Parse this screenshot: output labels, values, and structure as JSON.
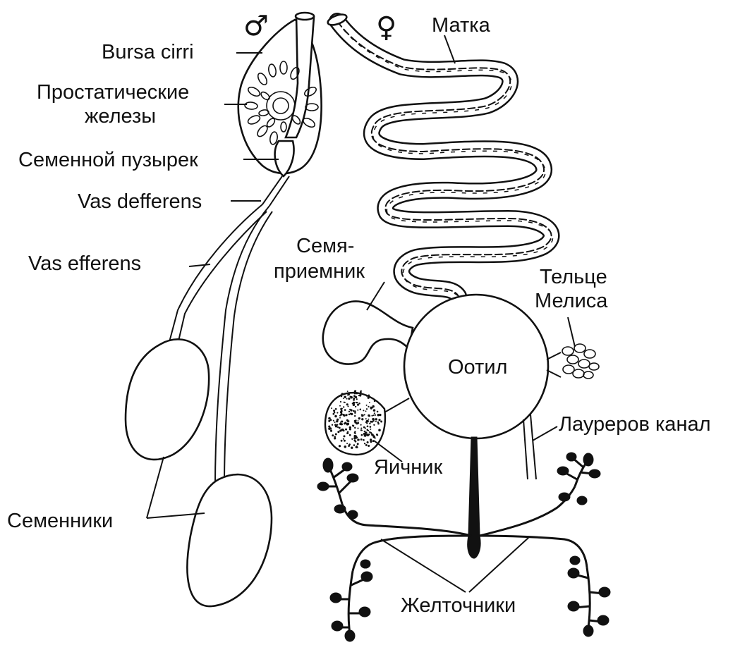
{
  "symbols": {
    "male": "♂",
    "female": "♀"
  },
  "labels": {
    "bursa_cirri": "Bursa cirri",
    "prostate_1": "Простатические",
    "prostate_2": "железы",
    "seminal_vesicle": "Семенной пузырек",
    "vas_defferens": "Vas defferens",
    "vas_efferens": "Vas efferens",
    "testes": "Семенники",
    "uterus": "Матка",
    "receptaculum_1": "Семя-",
    "receptaculum_2": "приемник",
    "mehlis_1": "Тельце",
    "mehlis_2": "Мелиса",
    "ootype": "Оотил",
    "laurer_canal": "Лауреров канал",
    "ovary": "Яичник",
    "vitellaria": "Желточники"
  },
  "colors": {
    "ink": "#111111",
    "paper": "#ffffff"
  }
}
